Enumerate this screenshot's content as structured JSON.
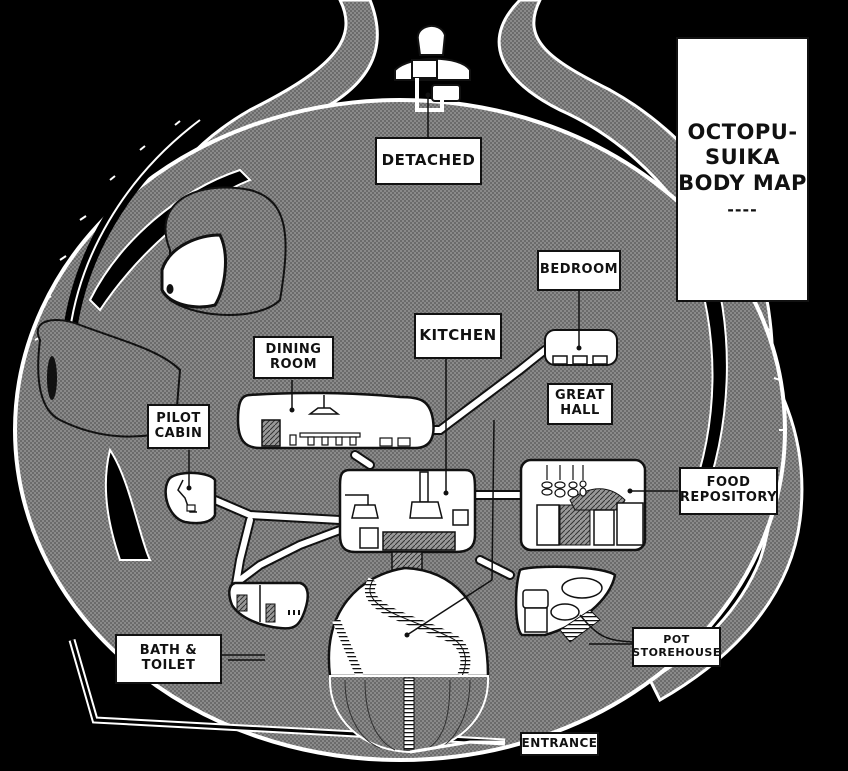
{
  "title": {
    "text": "OCTOPU-\nSUIKA\nBODY MAP",
    "decoration": "----"
  },
  "labels": {
    "detached": "DETACHED",
    "bedroom": "BEDROOM",
    "kitchen": "KITCHEN",
    "dining_room": "DINING\nROOM",
    "great_hall": "GREAT\nHALL",
    "pilot_cabin": "PILOT\nCABIN",
    "food_repository": "FOOD\nREPOSITORY",
    "pot_storehouse": "POT\nSTOREHOUSE",
    "bath_toilet": "BATH &\nTOILET",
    "entrance": "ENTRANCE"
  },
  "colors": {
    "background": "#000000",
    "body": "#7a7a7a",
    "room": "#ffffff",
    "ink": "#111111",
    "outline": "#ffffff"
  }
}
